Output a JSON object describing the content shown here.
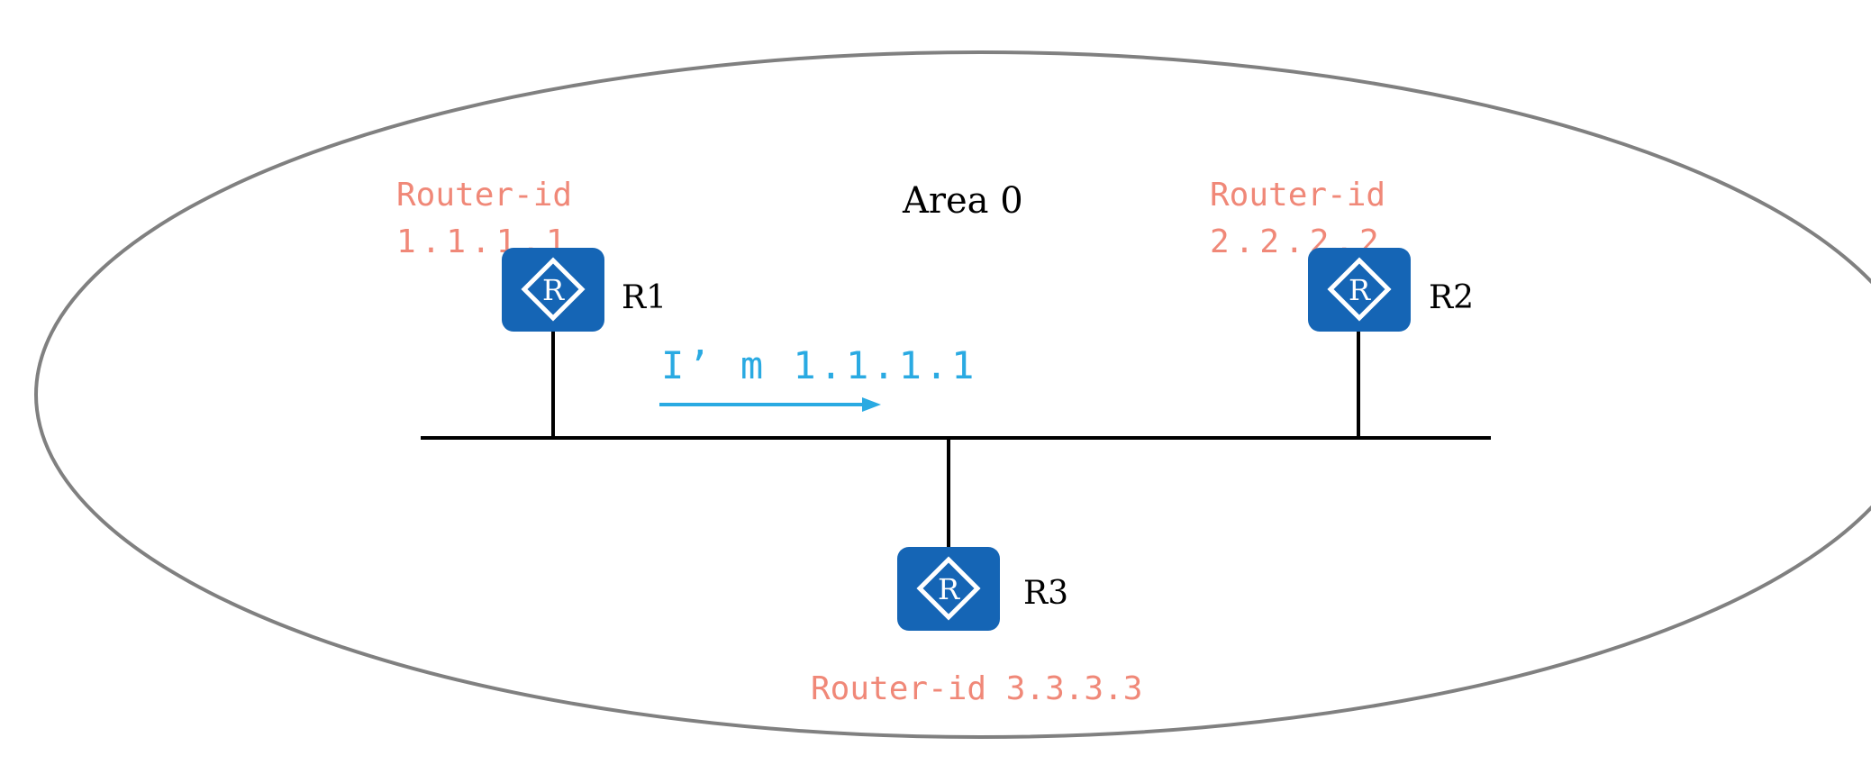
{
  "diagram": {
    "area_label": "Area 0",
    "colors": {
      "area_border": "#808080",
      "link": "#000000",
      "router_fill": "#1565b5",
      "router_symbol": "#ffffff",
      "router_id_text": "#f08878",
      "message_text": "#2aaae2",
      "arrow": "#2aaae2",
      "label_text": "#000000"
    },
    "routers": [
      {
        "name": "R1",
        "icon": "router-icon",
        "router_id_label": "Router-id",
        "router_id_value": "1.1.1.1"
      },
      {
        "name": "R2",
        "icon": "router-icon",
        "router_id_label": "Router-id",
        "router_id_value": "2.2.2.2"
      },
      {
        "name": "R3",
        "icon": "router-icon",
        "router_id_full": "Router-id 3.3.3.3"
      }
    ],
    "message": {
      "text": "I’ m 1.1.1.1",
      "direction": "right"
    }
  }
}
